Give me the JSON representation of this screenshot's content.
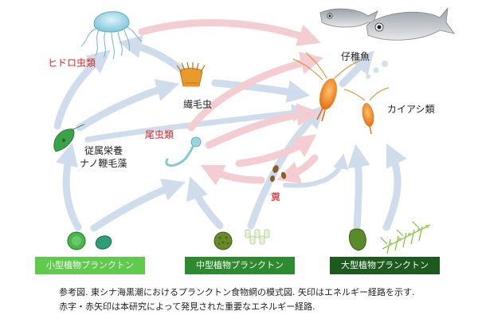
{
  "nodes": {
    "hydrozoa": "ヒドロ虫類",
    "fish_larvae": "仔稚魚",
    "ciliates": "繊毛虫",
    "copepods": "カイアシ類",
    "mixotrophs_line1": "従属栄養",
    "mixotrophs_line2": "ナノ鞭毛藻",
    "appendicularians": "尾虫類",
    "feces": "糞"
  },
  "size_classes": {
    "small": "小型植物プランクトン",
    "medium": "中型植物プランクトン",
    "large": "大型植物プランクトン"
  },
  "caption": {
    "line1": "参考図. 東シナ海黒潮におけるプランクトン食物網の模式図. 矢印はエネルギー経路を示す.",
    "line2": "赤字・赤矢印は本研究によって発見された重要なエネルギー経路."
  },
  "colors": {
    "known_path": "#cfdcec",
    "new_path": "#f4cdd3",
    "highlight_text": "#d8232a",
    "small_box": "#5fca4c",
    "medium_box": "#2e8a2e",
    "large_box": "#1d5a1d"
  }
}
